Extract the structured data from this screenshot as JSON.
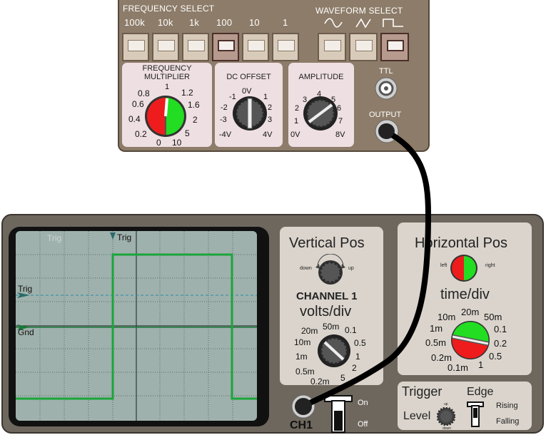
{
  "generator": {
    "frequency_select": {
      "title": "FREQUENCY SELECT",
      "options": [
        "100k",
        "10k",
        "1k",
        "100",
        "10",
        "1"
      ],
      "selected": "100"
    },
    "waveform_select": {
      "title": "WAVEFORM SELECT",
      "options": [
        "sine-wave-icon",
        "triangle-wave-icon",
        "square-wave-icon"
      ],
      "selected": "square-wave-icon"
    },
    "frequency_multiplier": {
      "title_line1": "FREQUENCY",
      "title_line2": "MULTIPLIER",
      "ticks": [
        "1",
        "1.2",
        "1.6",
        "2",
        "5",
        "10",
        "0",
        "0.2",
        "0.4",
        "0.6",
        "0.8"
      ],
      "colors": {
        "low": "#ee1c1c",
        "high": "#22dd22"
      }
    },
    "dc_offset": {
      "title": "DC OFFSET",
      "ticks": [
        "0V",
        "1",
        "2",
        "3",
        "4V",
        "-4V",
        "-3",
        "-2",
        "-1"
      ],
      "value": "0V"
    },
    "amplitude": {
      "title": "AMPLITUDE",
      "ticks": [
        "4",
        "5",
        "6",
        "7",
        "8V",
        "0V",
        "1",
        "2",
        "3"
      ]
    },
    "ttl_label": "TTL",
    "output_label": "OUTPUT"
  },
  "scope": {
    "screen_labels": {
      "trig_top": "Trig",
      "trig_faint": "Trig",
      "trig_left": "Trig",
      "gnd": "Gnd"
    },
    "vertical": {
      "title": "Vertical Pos",
      "down": "down",
      "up": "up",
      "channel_title": "CHANNEL 1",
      "volts_title": "volts/div",
      "ticks": [
        "50m",
        "0.1",
        "0.5",
        "1",
        "2",
        "5",
        "0.2m",
        "0.5m",
        "1m",
        "10m",
        "20m"
      ]
    },
    "horizontal": {
      "title": "Horizontal Pos",
      "left": "left",
      "right": "right",
      "time_title": "time/div",
      "ticks": [
        "20m",
        "50m",
        "0.1",
        "0.2",
        "0.5",
        "1",
        "0.1m",
        "0.2m",
        "0.5m",
        "1m",
        "10m"
      ]
    },
    "channel_label": "CH1",
    "power": {
      "on": "On",
      "off": "Off"
    },
    "trigger": {
      "title": "Trigger",
      "edge": "Edge",
      "level": "Level",
      "up": "up",
      "down": "down",
      "rising": "Rising",
      "falling": "Falling"
    },
    "colors": {
      "trace": "#1aa53a",
      "screen": "#9fb1ac",
      "trig_line": "#2a8aa8",
      "gnd_line": "#177a36"
    }
  }
}
